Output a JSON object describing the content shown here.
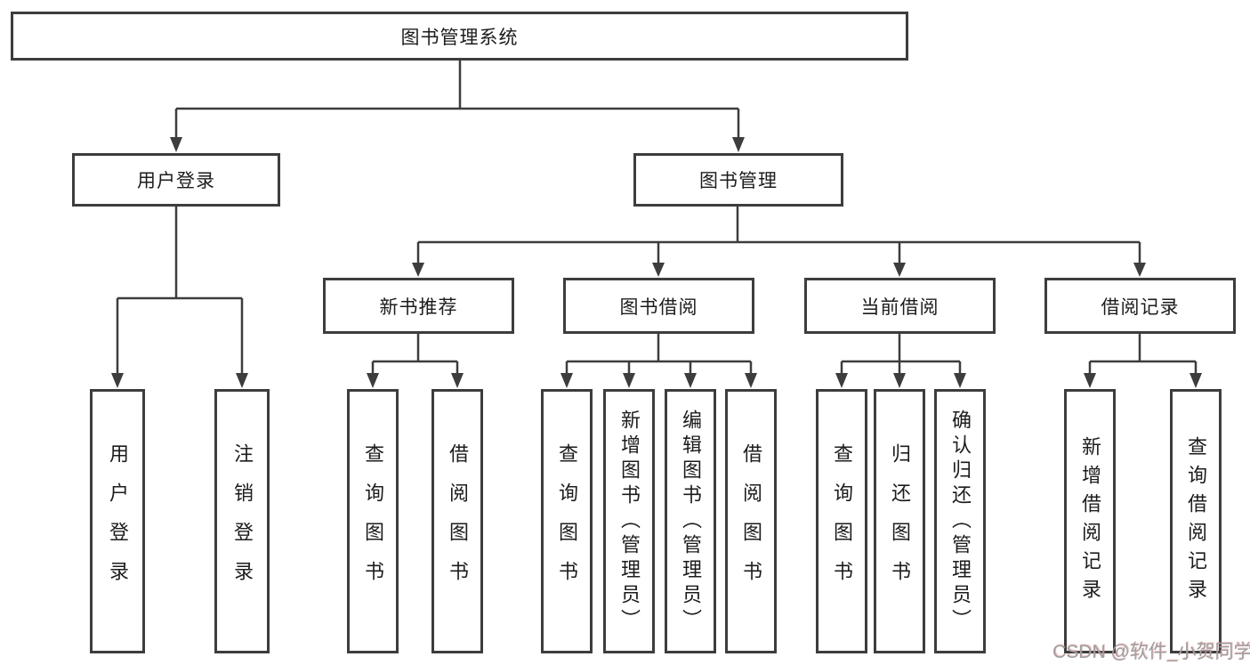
{
  "diagram": {
    "title": "图书管理系统",
    "root": {
      "label": "图书管理系统"
    },
    "level2": [
      {
        "label": "用户登录"
      },
      {
        "label": "图书管理"
      }
    ],
    "level3": [
      {
        "label": "新书推荐"
      },
      {
        "label": "图书借阅"
      },
      {
        "label": "当前借阅"
      },
      {
        "label": "借阅记录"
      }
    ],
    "leaves": [
      {
        "label": "用户登录",
        "parent": "用户登录"
      },
      {
        "label": "注销登录",
        "parent": "用户登录"
      },
      {
        "label": "查询图书",
        "parent": "新书推荐"
      },
      {
        "label": "借阅图书",
        "parent": "新书推荐"
      },
      {
        "label": "查询图书",
        "parent": "图书借阅"
      },
      {
        "label": "新增图书（管理员）",
        "parent": "图书借阅"
      },
      {
        "label": "编辑图书（管理员）",
        "parent": "图书借阅"
      },
      {
        "label": "借阅图书",
        "parent": "图书借阅"
      },
      {
        "label": "查询图书",
        "parent": "当前借阅"
      },
      {
        "label": "归还图书",
        "parent": "当前借阅"
      },
      {
        "label": "确认归还（管理员）",
        "parent": "当前借阅"
      },
      {
        "label": "新增借阅记录",
        "parent": "借阅记录"
      },
      {
        "label": "查询借阅记录",
        "parent": "借阅记录"
      }
    ]
  },
  "watermark": {
    "text": "CSDN @软件_小贺同学"
  },
  "colors": {
    "line": "#3d3d3d",
    "text": "#1c1c1c",
    "box_background": "#ffffff",
    "watermark": "#9f9f9f",
    "background": "#ffffff"
  }
}
